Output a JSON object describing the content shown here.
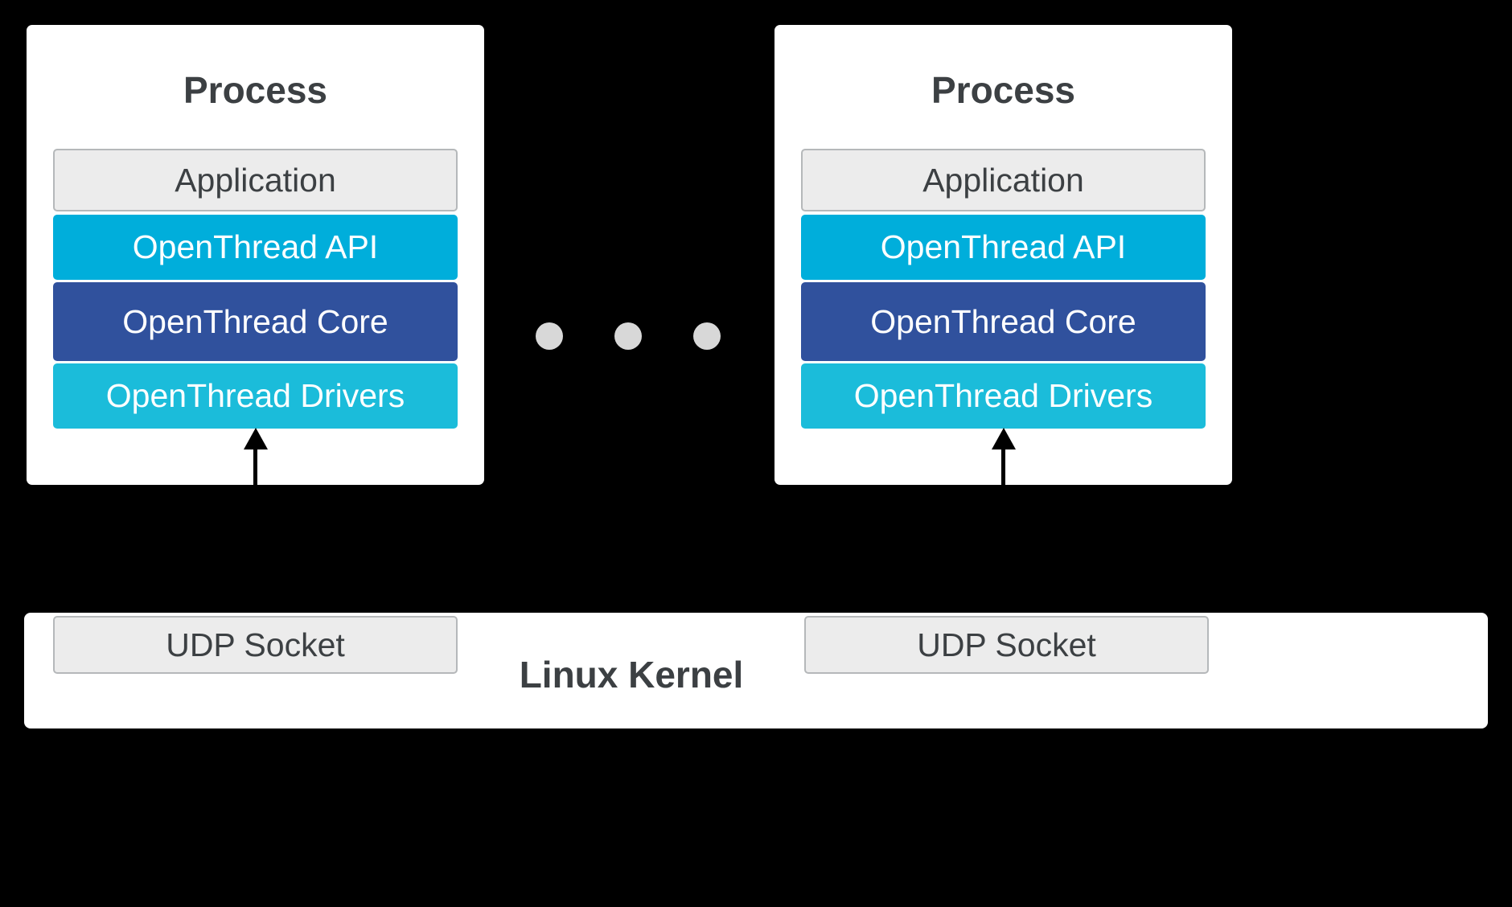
{
  "processes": [
    {
      "title": "Process",
      "layers": [
        {
          "label": "Application"
        },
        {
          "label": "OpenThread API"
        },
        {
          "label": "OpenThread Core"
        },
        {
          "label": "OpenThread Drivers"
        }
      ]
    },
    {
      "title": "Process",
      "layers": [
        {
          "label": "Application"
        },
        {
          "label": "OpenThread API"
        },
        {
          "label": "OpenThread Core"
        },
        {
          "label": "OpenThread Drivers"
        }
      ]
    }
  ],
  "separator": {
    "dot_count": 3
  },
  "kernel": {
    "label": "Linux Kernel",
    "sockets": [
      "UDP Socket",
      "UDP Socket"
    ]
  },
  "colors": {
    "background": "#000000",
    "process_box": "#ffffff",
    "application_bg": "#ececec",
    "application_border": "#b5b8ba",
    "openthread_api_bg": "#00aedb",
    "openthread_core_bg": "#30519d",
    "openthread_drivers_bg": "#1bbcda",
    "text_dark": "#3c4043",
    "text_light": "#ffffff",
    "dot": "#d8d8d8",
    "arrow": "#000000"
  }
}
